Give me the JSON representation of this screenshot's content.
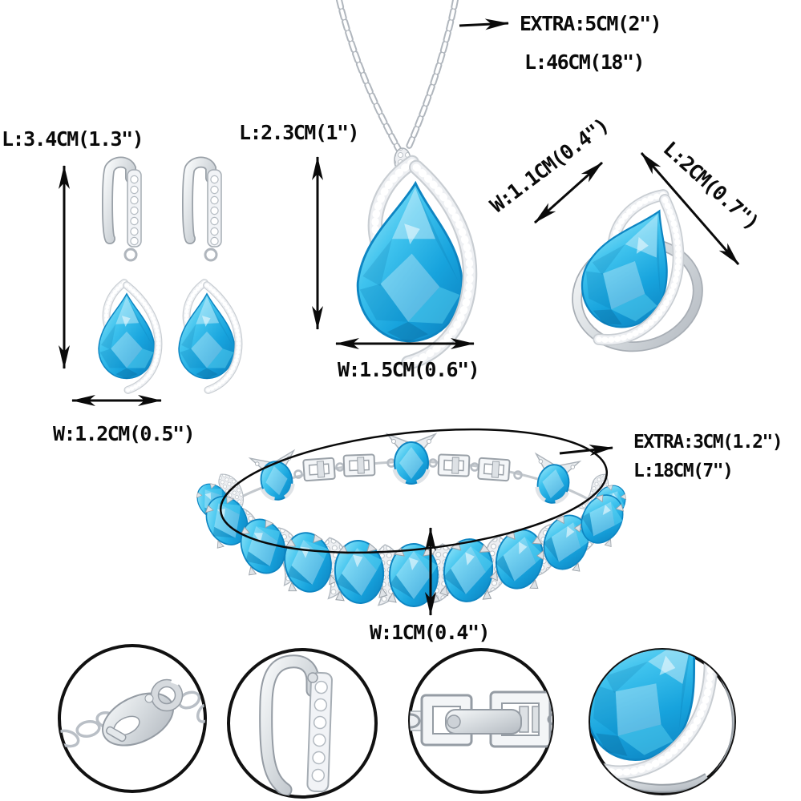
{
  "labels": {
    "necklace_extra": "EXTRA:5CM(2\")",
    "necklace_length": "L:46CM(18\")",
    "earrings_length": "L:3.4CM(1.3\")",
    "earrings_width": "W:1.2CM(0.5\")",
    "pendant_length": "L:2.3CM(1\")",
    "pendant_width": "W:1.5CM(0.6\")",
    "ring_width": "W:1.1CM(0.4\")",
    "ring_length": "L:2CM(0.7\")",
    "bracelet_extra": "EXTRA:3CM(1.2\")",
    "bracelet_length": "L:18CM(7\")",
    "bracelet_width": "W:1CM(0.4\")"
  },
  "callouts": [
    {
      "name": "lobster-clasp-detail"
    },
    {
      "name": "earring-leverback-detail"
    },
    {
      "name": "bracelet-foldover-clasp-detail"
    },
    {
      "name": "ring-gem-detail"
    }
  ],
  "colors": {
    "gem_blue": "#29b2e8",
    "gem_deep": "#0c84c4",
    "gem_light": "#9fe9fb",
    "silver": "#d9dde1",
    "annotation": "#0a0a0a",
    "background": "#ffffff"
  }
}
